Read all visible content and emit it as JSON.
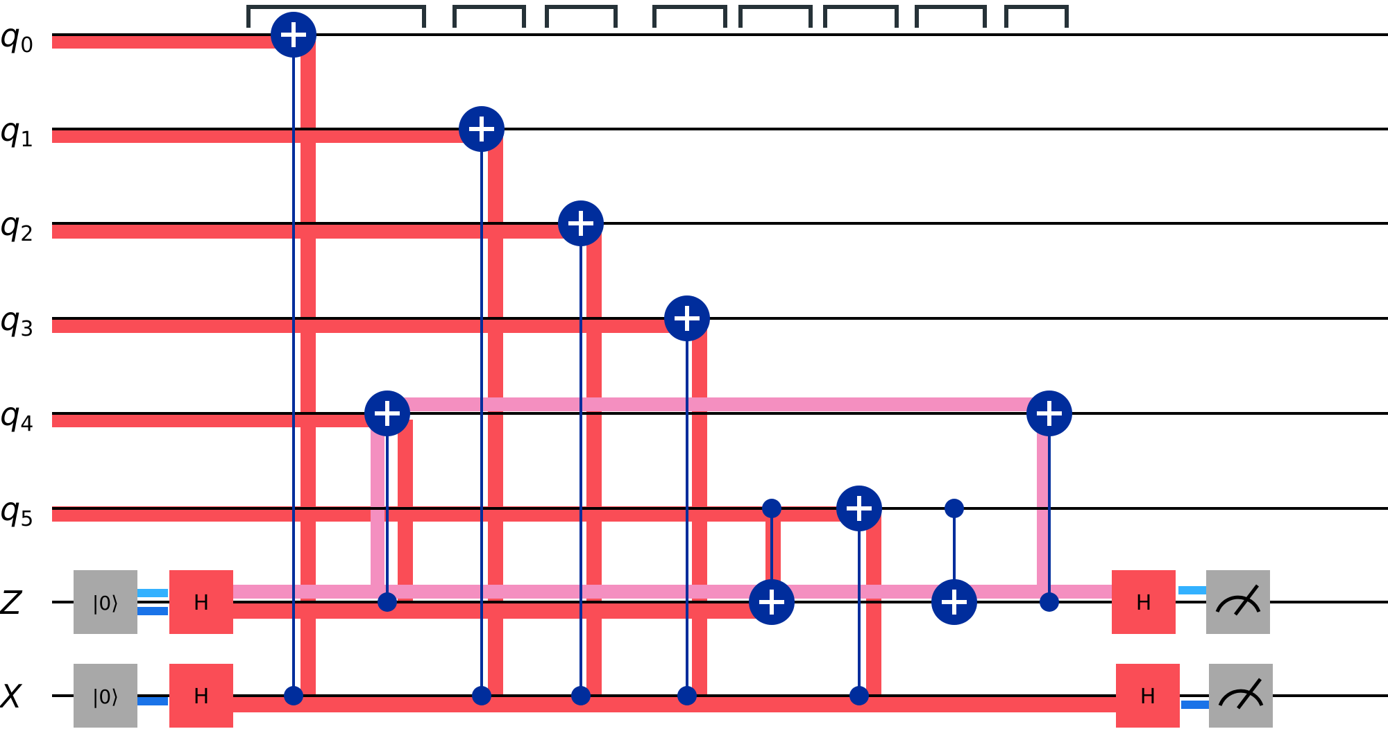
{
  "qubits": [
    {
      "name": "q",
      "sub": "0"
    },
    {
      "name": "q",
      "sub": "1"
    },
    {
      "name": "q",
      "sub": "2"
    },
    {
      "name": "q",
      "sub": "3"
    },
    {
      "name": "q",
      "sub": "4"
    },
    {
      "name": "q",
      "sub": "5"
    },
    {
      "name": "Z",
      "sub": ""
    },
    {
      "name": "X",
      "sub": ""
    }
  ],
  "gate_labels": {
    "reset": "|0⟩",
    "hadamard": "H"
  },
  "colors": {
    "wire": "#000000",
    "x_error_path": "#fa4d56",
    "z_error_path": "#f48fc0",
    "cnot": "#002d9c",
    "hadamard": "#fa4d56",
    "reset_measure": "#a8a8a8",
    "classical_cyan": "#33b1ff",
    "classical_blue": "#1a73e8",
    "barrier": "#263238"
  },
  "gates": [
    {
      "type": "reset",
      "qubit": "Z"
    },
    {
      "type": "reset",
      "qubit": "X"
    },
    {
      "type": "H",
      "qubit": "Z"
    },
    {
      "type": "H",
      "qubit": "X"
    },
    {
      "type": "cx",
      "control": "X",
      "target": "q0"
    },
    {
      "type": "cx",
      "control": "Z",
      "target": "q4"
    },
    {
      "type": "cx",
      "control": "X",
      "target": "q1"
    },
    {
      "type": "cx",
      "control": "X",
      "target": "q2"
    },
    {
      "type": "cx",
      "control": "X",
      "target": "q3"
    },
    {
      "type": "cx",
      "control": "q5",
      "target": "Z"
    },
    {
      "type": "cx",
      "control": "X",
      "target": "q5"
    },
    {
      "type": "cx",
      "control": "q5",
      "target": "Z"
    },
    {
      "type": "cx",
      "control": "Z",
      "target": "q4"
    },
    {
      "type": "H",
      "qubit": "Z"
    },
    {
      "type": "H",
      "qubit": "X"
    },
    {
      "type": "measure",
      "qubit": "Z"
    },
    {
      "type": "measure",
      "qubit": "X"
    }
  ]
}
